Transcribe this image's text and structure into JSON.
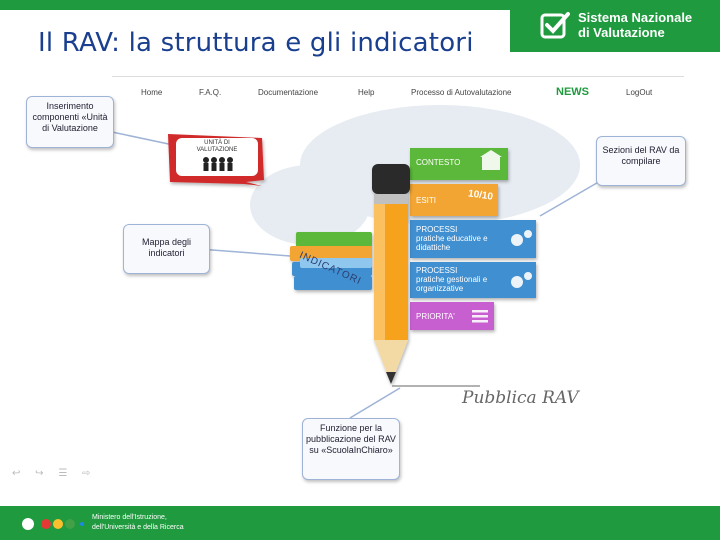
{
  "slide": {
    "title": "Il RAV: la struttura e gli indicatori"
  },
  "logo": {
    "line1": "Sistema Nazionale",
    "line2": "di Valutazione"
  },
  "nav": {
    "items": [
      "Home",
      "F.A.Q.",
      "Documentazione",
      "Help",
      "Processo di Autovalutazione",
      "NEWS",
      "LogOut"
    ]
  },
  "callouts": {
    "unita": "Inserimento componenti «Unità di Valutazione",
    "mappa": "Mappa degli indicatori",
    "sezioni": "Sezioni del RAV da compilare",
    "funzione": "Funzione per la pubblicazione del RAV su «ScuolaInChiaro»"
  },
  "badge": {
    "line1": "UNITÀ DI",
    "line2": "VALUTAZIONE"
  },
  "indicatori_label": "INDICATORI",
  "sections": [
    {
      "line1": "CONTESTO",
      "line2": "",
      "color": "#5cb83a"
    },
    {
      "line1": "ESITI",
      "line2": "",
      "color": "#f2a531"
    },
    {
      "line1": "PROCESSI",
      "line2": "pratiche educative e didattiche",
      "color": "#3f8fd0"
    },
    {
      "line1": "PROCESSI",
      "line2": "pratiche gestionali e organizzative",
      "color": "#3f8fd0"
    },
    {
      "line1": "PRIORITA'",
      "line2": "",
      "color": "#c85fd0"
    }
  ],
  "esiti_score": "10/10",
  "pubblica": "Pubblica  RAV",
  "footer": {
    "line1": "Ministero dell'Istruzione,",
    "line2": "dell'Università e della Ricerca"
  },
  "colors": {
    "brand_green": "#1f9a3e",
    "title_blue": "#1a3f8f"
  }
}
